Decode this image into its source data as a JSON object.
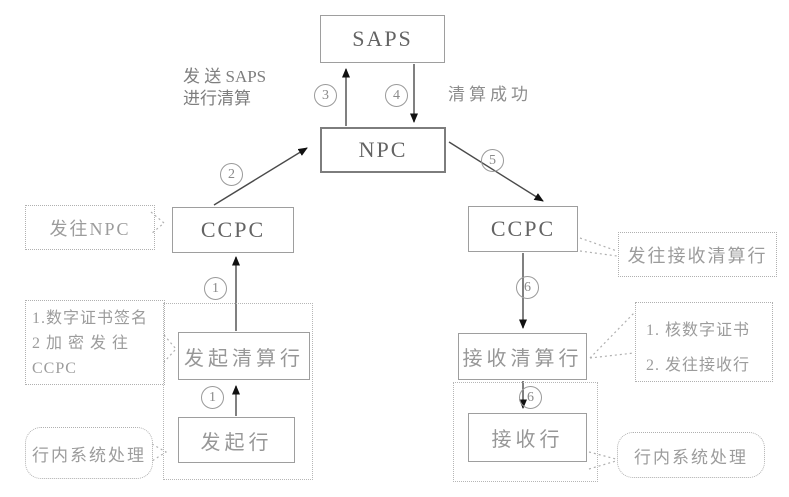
{
  "diagram": {
    "nodes": {
      "saps": "SAPS",
      "npc": "NPC",
      "ccpc_left": "CCPC",
      "ccpc_right": "CCPC",
      "initiating_clearing_bank": "发起清算行",
      "initiating_bank": "发起行",
      "receiving_clearing_bank": "接收清算行",
      "receiving_bank": "接收行"
    },
    "flow_labels": {
      "send_saps_line1": "发 送 SAPS",
      "send_saps_line2": "进行清算",
      "clearing_success": "清算成功"
    },
    "steps": {
      "initiating_bank_to_clearing_bank": "1",
      "clearing_bank_to_ccpc": "1",
      "ccpc_to_npc": "2",
      "npc_to_saps": "3",
      "saps_to_npc": "4",
      "npc_to_ccpc": "5",
      "ccpc_to_receiving_clearing_bank": "6",
      "receiving_clearing_to_receiving_bank": "6"
    },
    "callouts": {
      "send_to_npc": "发往NPC",
      "sign_encrypt_line1": "1.数字证书签名",
      "sign_encrypt_line2": "2 加 密 发 往",
      "sign_encrypt_line3": "CCPC",
      "inbank_processing_left": "行内系统处理",
      "send_to_receiving_clearing_bank": "发往接收清算行",
      "verify_line1": "1. 核数字证书",
      "verify_line2": "2. 发往接收行",
      "inbank_processing_right": "行内系统处理"
    },
    "colors": {
      "background": "#ffffff",
      "box_border": "#9e9e9e",
      "text_gray": "#979797",
      "arrow_line": "#4a4a4a",
      "arrowhead": "#111111",
      "dashed_border": "#b0b0b0"
    }
  }
}
